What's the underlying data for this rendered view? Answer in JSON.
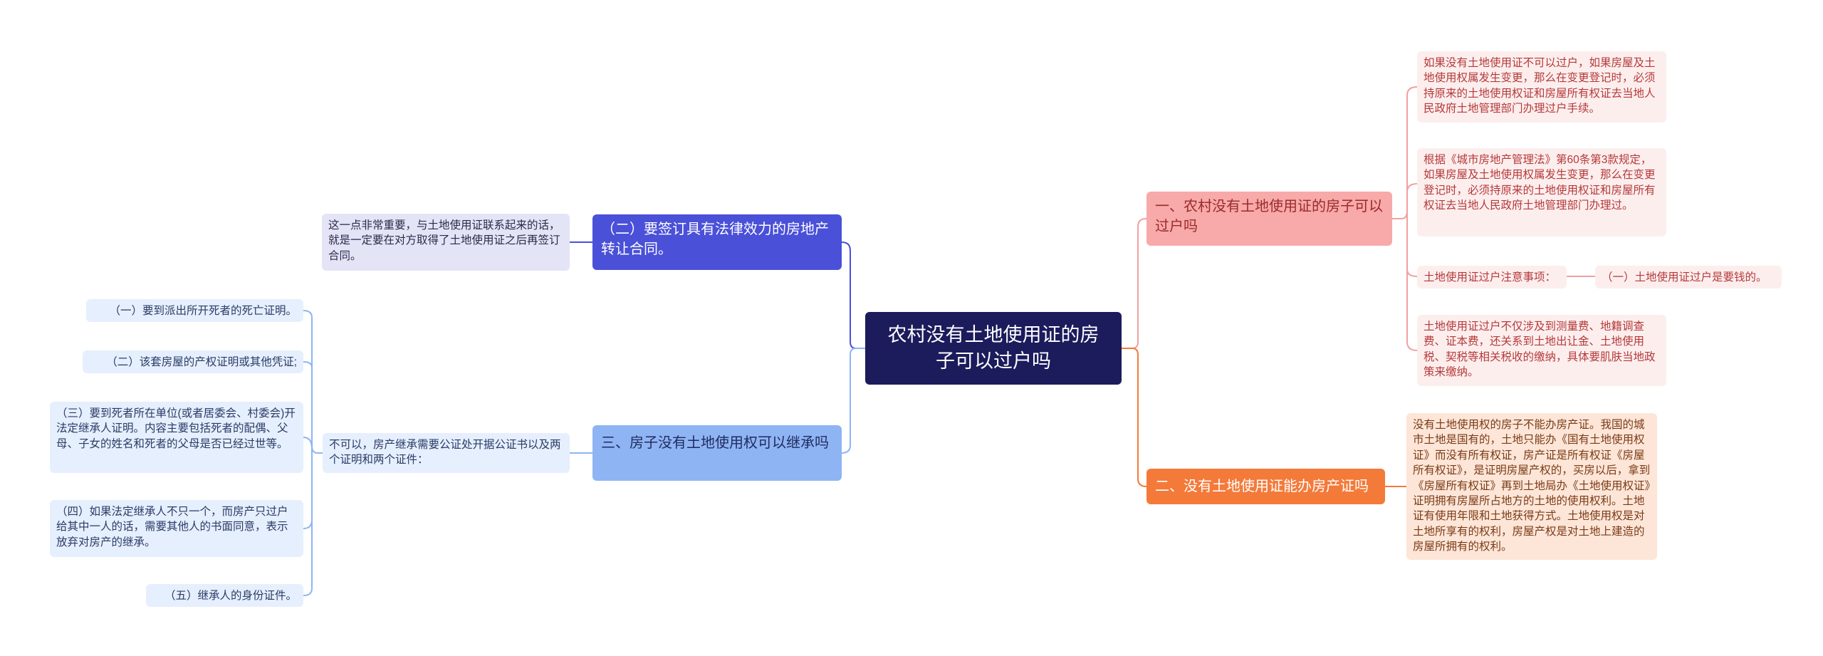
{
  "root": {
    "title": "农村没有土地使用证的房子可以过户吗"
  },
  "branches": {
    "one": {
      "label": "一、农村没有土地使用证的房子可以过户吗",
      "leaves": [
        "如果没有土地使用证不可以过户，如果房屋及土地使用权属发生变更，那么在变更登记时，必须持原来的土地使用权证和房屋所有权证去当地人民政府土地管理部门办理过户手续。",
        "根据《城市房地产管理法》第60条第3款规定，如果房屋及土地使用权属发生变更，那么在变更登记时，必须持原来的土地使用权证和房屋所有权证去当地人民政府土地管理部门办理过。",
        "土地使用证过户注意事项：",
        "土地使用证过户不仅涉及到测量费、地籍调查费、证本费，还关系到土地出让金、土地使用税、契税等相关税收的缴纳，具体要肌肤当地政策来缴纳。"
      ],
      "sub_leaf": "（一）土地使用证过户是要钱的。"
    },
    "two": {
      "label": "二、没有土地使用证能办房产证吗",
      "leaf": "没有土地使用权的房子不能办房产证。我国的城市土地是国有的，土地只能办《国有土地使用权证》而没有所有权证，房产证是所有权证《房屋所有权证》，是证明房屋产权的，买房以后，拿到《房屋所有权证》再到土地局办《土地使用权证》证明拥有房屋所占地方的土地的使用权利。土地证有使用年限和土地获得方式。土地使用权是对土地所享有的权利，房屋产权是对土地上建造的房屋所拥有的权利。"
    },
    "sign": {
      "label": "（二）要签订具有法律效力的房地产转让合同。",
      "leaf": "这一点非常重要，与土地使用证联系起来的话，就是一定要在对方取得了土地使用证之后再签订合同。"
    },
    "three": {
      "label": "三、房子没有土地使用权可以继承吗",
      "leaf": "不可以，房产继承需要公证处开据公证书以及两个证明和两个证件：",
      "items": [
        "（一）要到派出所开死者的死亡证明。",
        "（二）该套房屋的产权证明或其他凭证;",
        "（三）要到死者所在单位(或者居委会、村委会)开法定继承人证明。内容主要包括死者的配偶、父母、子女的姓名和死者的父母是否已经过世等。",
        "（四）如果法定继承人不只一个，而房产只过户给其中一人的话，需要其他人的书面同意，表示放弃对房产的继承。",
        "（五）继承人的身份证件。"
      ]
    }
  },
  "colors": {
    "root": "#1c1b5c",
    "red": "#f8a9a9",
    "orange": "#f47a3a",
    "blue": "#4a50d8",
    "light_blue": "#8fb4f4"
  }
}
